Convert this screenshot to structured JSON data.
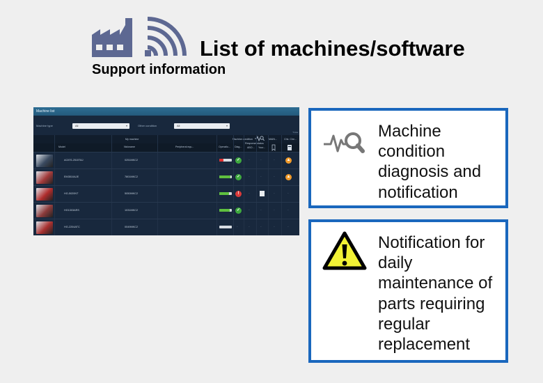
{
  "header": {
    "title": "List of machines/software",
    "subtitle": "Support information",
    "logo_icon": "factory-signal-icon",
    "logo_color": "#5d6892"
  },
  "app_window": {
    "title": "Machine list",
    "filters": [
      {
        "label": "Machine type",
        "value": "All"
      },
      {
        "label": "Other condition",
        "value": "All"
      }
    ],
    "hint": "*Insta",
    "header_group": "My machine",
    "machine_condition_label": "Machine condition",
    "response_status_label": "Response status",
    "maintenance_col_label": "MAIN...",
    "chk_label": "Chk. Che...",
    "columns": [
      "Model",
      "Nickname",
      "Peripheral equ...",
      "Operatio...",
      "Diag...",
      "ABO...",
      "Your..."
    ],
    "rows": [
      {
        "model": "ACIES-2515TAJ",
        "nickname": "0251MKC2",
        "operation": 0.35,
        "operation_color": "#e03030",
        "diag": "ok",
        "alert": true
      },
      {
        "model": "EM3510AJE",
        "nickname": "7801MKC2",
        "operation": 0.9,
        "operation_color": "#5fc03f",
        "diag": "ok",
        "alert": true
      },
      {
        "model": "HG-5020NT",
        "nickname": "5050MKC2",
        "operation": 0.8,
        "operation_color": "#5fc03f",
        "diag": "error",
        "alert": false,
        "response": true
      },
      {
        "model": "HG1303ARS",
        "nickname": "1031MKC2",
        "operation": 0.85,
        "operation_color": "#5fc03f",
        "diag": "ok",
        "alert": false
      },
      {
        "model": "HG-2204ATC",
        "nickname": "0049MKC2",
        "operation": 0.0,
        "operation_color": "#5fc03f",
        "diag": "none",
        "alert": false
      }
    ],
    "colors": {
      "ok": "#3fa93f",
      "error": "#d93a3a",
      "alert": "#f09a2a"
    }
  },
  "cards": [
    {
      "text": "Machine condition diagnosis and notification",
      "icon": "pulse-magnifier-icon"
    },
    {
      "text": "Notification for daily maintenance of parts requiring regular replacement",
      "icon": "warning-icon"
    }
  ],
  "accent_color": "#1a67bd"
}
